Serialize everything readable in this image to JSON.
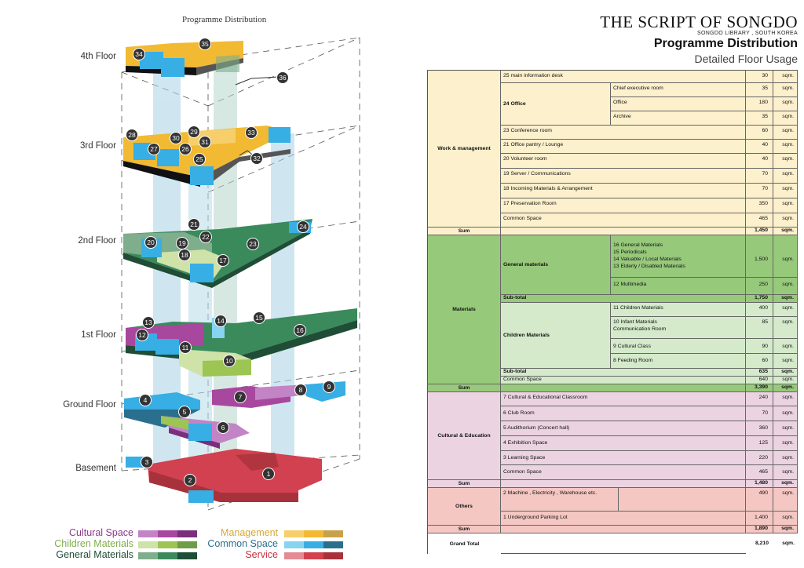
{
  "diagram": {
    "title": "Programme Distribution",
    "floors": [
      "4th Floor",
      "3rd Floor",
      "2nd Floor",
      "1st Floor",
      "Ground Floor",
      "Basement"
    ],
    "markers": [
      "35",
      "34",
      "36",
      "29",
      "33",
      "28",
      "30",
      "31",
      "27",
      "26",
      "25",
      "32",
      "21",
      "24",
      "22",
      "20",
      "19",
      "23",
      "18",
      "17",
      "13",
      "15",
      "14",
      "12",
      "16",
      "11",
      "10",
      "9",
      "8",
      "7",
      "4",
      "5",
      "6",
      "3",
      "1",
      "2"
    ]
  },
  "legend": [
    {
      "label": "Cultural Space",
      "color": "#8c3a8e",
      "swatches": [
        "#c384c6",
        "#a8479e",
        "#7a2f7c"
      ]
    },
    {
      "label": "Management",
      "color": "#d7a830",
      "swatches": [
        "#f6cf6a",
        "#f2b933",
        "#c8a24b"
      ]
    },
    {
      "label": "Children Materials",
      "color": "#7fae4b",
      "swatches": [
        "#cfe2a8",
        "#9cc553",
        "#6e9c47"
      ]
    },
    {
      "label": "Common Space",
      "color": "#2b6f8f",
      "swatches": [
        "#86d4ef",
        "#37aee4",
        "#2b6f8f"
      ]
    },
    {
      "label": "General Materials",
      "color": "#1f4d36",
      "swatches": [
        "#7fae8c",
        "#3a8a5c",
        "#1f4d36"
      ]
    },
    {
      "label": "Service",
      "color": "#c6303f",
      "swatches": [
        "#e58b93",
        "#d1414f",
        "#a8323b"
      ]
    }
  ],
  "header": {
    "title": "THE SCRIPT  OF SONGDO",
    "subtitle": "SONGDO LIBRARY , SOUTH KOREA",
    "heading": "Programme Distribution",
    "subheading": "Detailed Floor Usage"
  },
  "table": {
    "unit": "sqm.",
    "colors": {
      "management": "#fdf0cc",
      "materials_dark": "#97c97b",
      "materials_light": "#d4eacb",
      "cultural": "#ebd3e1",
      "others": "#f4c7c3"
    },
    "management": {
      "category": "Work & management",
      "rows": [
        {
          "name": "25  main information desk",
          "value": "30"
        },
        {
          "name": "24  Office",
          "subrows": [
            {
              "name": "Chief executive room",
              "value": "35"
            },
            {
              "name": "Office",
              "value": "180"
            },
            {
              "name": "Archive",
              "value": "35"
            }
          ]
        },
        {
          "name": "23  Conference room",
          "value": "60"
        },
        {
          "name": "21  Office pantry / Lounge",
          "value": "40"
        },
        {
          "name": "20  Volunteer room",
          "value": "40"
        },
        {
          "name": "19  Server / Communications",
          "value": "70"
        },
        {
          "name": "18  Incoming Materials & Arrangement",
          "value": "70"
        },
        {
          "name": "17  Preservation Room",
          "value": "350"
        },
        {
          "name": "Common Space",
          "value": "465"
        }
      ],
      "sum_label": "Sum",
      "sum_value": "1,450"
    },
    "materials": {
      "category": "Materials",
      "general": {
        "label": "General materials",
        "group_lines": [
          "16  General Materials",
          "15  Periodicals",
          "14  Valuable / Local Materials",
          "13  Elderly / Disabled Materials"
        ],
        "group_value": "1,500",
        "multimedia": {
          "name": "12  Multimedia",
          "value": "250"
        },
        "subtotal_label": "Sub-total",
        "subtotal_value": "1,750"
      },
      "children": {
        "label": "Children Materials",
        "rows": [
          {
            "name": "11  Children Materials",
            "value": "400"
          },
          {
            "name": "10  Infant Materials",
            "name2": "Communication Room",
            "value": "85"
          },
          {
            "name": "9  Cultural Class",
            "value": "90"
          },
          {
            "name": "8  Feeding Room",
            "value": "60"
          }
        ],
        "subtotal_label": "Sub-total",
        "subtotal_value": "635"
      },
      "common": {
        "name": "Common Space",
        "value": "640"
      },
      "sum_label": "Sum",
      "sum_value": "3,390"
    },
    "cultural": {
      "category": "Cultural & Education",
      "rows": [
        {
          "name": "7  Cultural & Educational Classroom",
          "value": "240"
        },
        {
          "name": "6  Club Room",
          "value": "70"
        },
        {
          "name": "5  Audithorium (Concert hall)",
          "value": "360"
        },
        {
          "name": "4  Exhibition Space",
          "value": "125"
        },
        {
          "name": "3  Learning Space",
          "value": "220"
        },
        {
          "name": "Common Space",
          "value": "465"
        }
      ],
      "sum_label": "Sum",
      "sum_value": "1,480"
    },
    "others": {
      "category": "Others",
      "rows": [
        {
          "name": "2  Machine  , Electricity , Warehouse etc.",
          "value": "490"
        },
        {
          "name": "1  Underground Parking Lot",
          "value": "1,400"
        }
      ],
      "sum_label": "Sum",
      "sum_value": "1,890"
    },
    "grand_total_label": "Grand Total",
    "grand_total_value": "8,210"
  }
}
